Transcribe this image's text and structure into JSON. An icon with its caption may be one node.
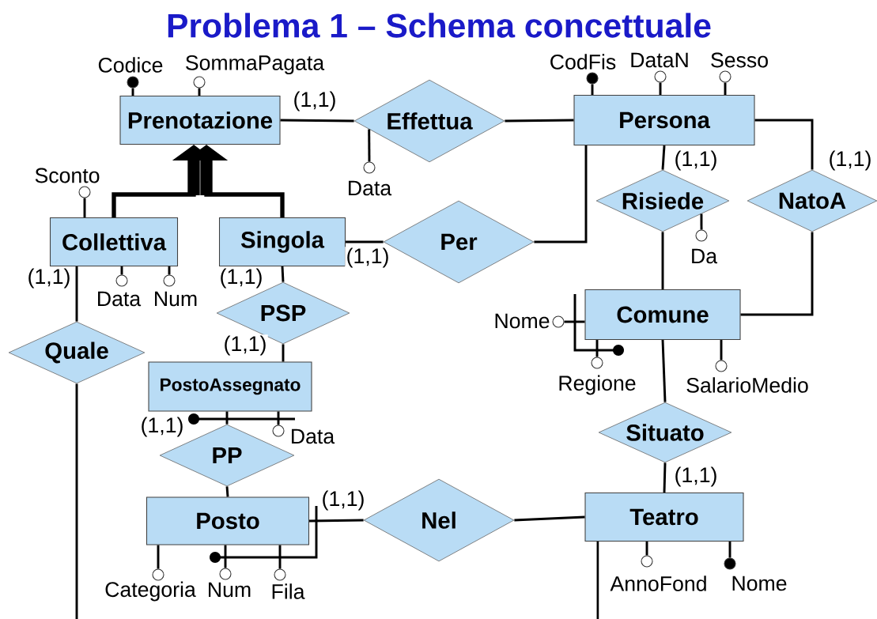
{
  "diagram": {
    "title": "Problema 1 – Schema concettuale",
    "nodes": [
      {
        "text": [
          "Prenotazione"
        ]
      },
      {
        "text": [
          "Effettua"
        ]
      },
      {
        "text": [
          "Persona"
        ]
      },
      {
        "text": [
          "Collettiva"
        ]
      },
      {
        "text": [
          "Singola"
        ]
      },
      {
        "text": [
          "Per"
        ]
      },
      {
        "text": [
          "Risiede"
        ]
      },
      {
        "text": [
          "NatoA"
        ]
      },
      {
        "text": [
          "Comune"
        ]
      },
      {
        "text": [
          "Quale"
        ]
      },
      {
        "text": [
          "PSP"
        ]
      },
      {
        "text": [
          "PostoAssegnato"
        ]
      },
      {
        "text": [
          "PP"
        ]
      },
      {
        "text": [
          "Posto"
        ]
      },
      {
        "text": [
          "Nel"
        ]
      },
      {
        "text": [
          "Situato"
        ]
      },
      {
        "text": [
          "Teatro"
        ]
      },
      {
        "text": [],
        "shape": "dot",
        "beside": [
          "Codice"
        ]
      },
      {
        "text": [],
        "shape": "circle",
        "beside": [
          "SommaPagata"
        ]
      },
      {
        "text": [],
        "shape": "circle",
        "beside": [
          "Data"
        ]
      },
      {
        "text": [],
        "shape": "dot",
        "beside": [
          "CodFis"
        ]
      },
      {
        "text": [],
        "shape": "circle",
        "beside": [
          "DataN"
        ]
      },
      {
        "text": [],
        "shape": "circle",
        "beside": [
          "Sesso"
        ]
      },
      {
        "text": [],
        "shape": "circle",
        "beside": [
          "Sconto"
        ]
      },
      {
        "text": [],
        "shape": "circle",
        "beside": [
          "Data"
        ]
      },
      {
        "text": [],
        "shape": "circle",
        "beside": [
          "Num"
        ]
      },
      {
        "text": [],
        "shape": "circle",
        "beside": [
          "Da"
        ]
      },
      {
        "text": [],
        "shape": "circle",
        "beside": [
          "Nome"
        ]
      },
      {
        "text": [],
        "shape": "circle",
        "beside": [
          "Regione"
        ]
      },
      {
        "text": [],
        "shape": "circle",
        "beside": [
          "SalarioMedio"
        ]
      },
      {
        "text": [],
        "shape": "circle",
        "beside": [
          "Data"
        ]
      },
      {
        "text": [],
        "shape": "circle",
        "beside": [
          "Categoria"
        ]
      },
      {
        "text": [],
        "shape": "circle",
        "beside": [
          "Num"
        ]
      },
      {
        "text": [],
        "shape": "circle",
        "beside": [
          "Fila"
        ]
      },
      {
        "text": [],
        "shape": "circle",
        "beside": [
          "AnnoFond"
        ]
      },
      {
        "text": [],
        "shape": "dot",
        "beside": [
          "Nome"
        ]
      }
    ],
    "edges": [
      {
        "from": 0,
        "to": 1,
        "arrow": "none",
        "label": "(1,1)"
      },
      {
        "from": 1,
        "to": 2,
        "arrow": "none"
      },
      {
        "from": 3,
        "to": 0,
        "arrow": "to",
        "style": "thick"
      },
      {
        "from": 4,
        "to": 0,
        "arrow": "to",
        "style": "thick"
      },
      {
        "from": 4,
        "to": 5,
        "arrow": "none",
        "label": "(1,1)"
      },
      {
        "from": 5,
        "to": 2,
        "arrow": "none"
      },
      {
        "from": 2,
        "to": 6,
        "arrow": "none",
        "label": "(1,1)"
      },
      {
        "from": 2,
        "to": 7,
        "arrow": "none",
        "label": "(1,1)"
      },
      {
        "from": 6,
        "to": 8,
        "arrow": "none"
      },
      {
        "from": 7,
        "to": 8,
        "arrow": "none"
      },
      {
        "from": 3,
        "to": 9,
        "arrow": "none",
        "label": "(1,1)"
      },
      {
        "from": 4,
        "to": 10,
        "arrow": "none",
        "label": "(1,1)"
      },
      {
        "from": 10,
        "to": 11,
        "arrow": "none",
        "label": "(1,1)"
      },
      {
        "from": 11,
        "to": 12,
        "arrow": "none",
        "label": "(1,1)"
      },
      {
        "from": 12,
        "to": 13,
        "arrow": "none"
      },
      {
        "from": 13,
        "to": 14,
        "arrow": "none",
        "label": "(1,1)"
      },
      {
        "from": 14,
        "to": 16,
        "arrow": "none"
      },
      {
        "from": 8,
        "to": 15,
        "arrow": "none"
      },
      {
        "from": 15,
        "to": 16,
        "arrow": "none",
        "label": "(1,1)"
      },
      {
        "from": 9,
        "to": null,
        "arrow": "none"
      },
      {
        "from": 16,
        "to": null,
        "arrow": "none"
      },
      {
        "from": 0,
        "to": 17,
        "arrow": "none"
      },
      {
        "from": 0,
        "to": 18,
        "arrow": "none"
      },
      {
        "from": 1,
        "to": 19,
        "arrow": "none"
      },
      {
        "from": 2,
        "to": 20,
        "arrow": "none"
      },
      {
        "from": 2,
        "to": 21,
        "arrow": "none"
      },
      {
        "from": 2,
        "to": 22,
        "arrow": "none"
      },
      {
        "from": 3,
        "to": 23,
        "arrow": "none"
      },
      {
        "from": 3,
        "to": 24,
        "arrow": "none"
      },
      {
        "from": 3,
        "to": 25,
        "arrow": "none"
      },
      {
        "from": 6,
        "to": 26,
        "arrow": "none"
      },
      {
        "from": 8,
        "to": 27,
        "arrow": "none"
      },
      {
        "from": 8,
        "to": 28,
        "arrow": "none"
      },
      {
        "from": 8,
        "to": 29,
        "arrow": "none"
      },
      {
        "from": 11,
        "to": 30,
        "arrow": "none"
      },
      {
        "from": 13,
        "to": 31,
        "arrow": "none"
      },
      {
        "from": 13,
        "to": 32,
        "arrow": "none"
      },
      {
        "from": 13,
        "to": 33,
        "arrow": "none"
      },
      {
        "from": 16,
        "to": 34,
        "arrow": "none"
      },
      {
        "from": 16,
        "to": 35,
        "arrow": "none"
      }
    ]
  }
}
